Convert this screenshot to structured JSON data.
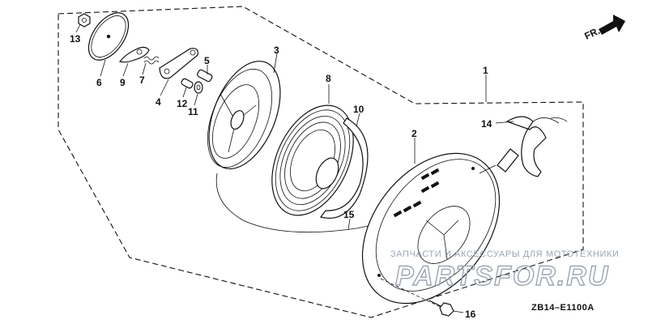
{
  "direction": {
    "label": "FR."
  },
  "callouts": [
    "1",
    "2",
    "3",
    "4",
    "5",
    "6",
    "7",
    "8",
    "9",
    "10",
    "11",
    "12",
    "13",
    "14",
    "15",
    "16"
  ],
  "diagram_code": "ZB14–E1100A",
  "watermark": {
    "line1": "ЗАПЧАСТИ И АКСЕССУАРЫ ДЛЯ МОТОТЕХНИКИ",
    "line2": "PARTSFOR.RU"
  }
}
